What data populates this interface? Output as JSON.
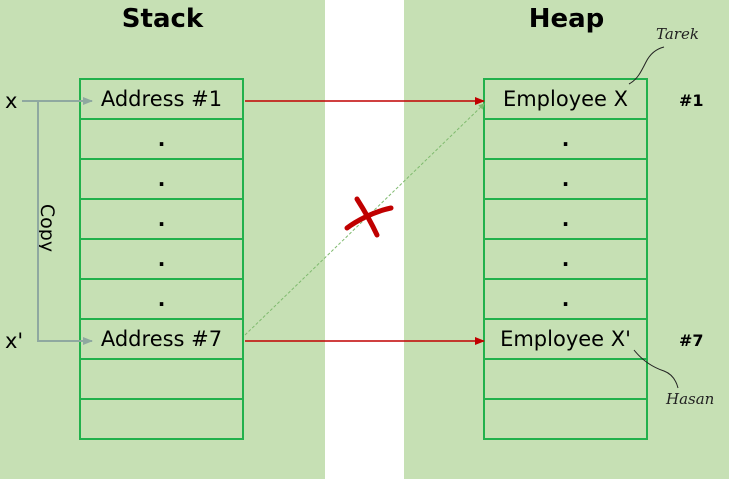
{
  "stack": {
    "title": "Stack",
    "cells": [
      "Address #1",
      ".",
      ".",
      ".",
      ".",
      ".",
      "Address #7",
      "",
      ""
    ]
  },
  "heap": {
    "title": "Heap",
    "cells": [
      "Employee X",
      ".",
      ".",
      ".",
      ".",
      ".",
      "Employee X'",
      "",
      ""
    ]
  },
  "variables": {
    "x": "x",
    "x_prime": "x'"
  },
  "copy_label": "Copy",
  "address_labels": {
    "first": "#1",
    "seventh": "#7"
  },
  "annotations": {
    "tarek": "Tarek",
    "hasan": "Hasan"
  },
  "colors": {
    "panel": "#c6e0b4",
    "cell_border": "#22b14c",
    "reference_arrow": "#c00000",
    "copy_arrow": "#8fa8a0",
    "invalid_link": "#7fba6e",
    "cross_mark": "#c00000"
  }
}
